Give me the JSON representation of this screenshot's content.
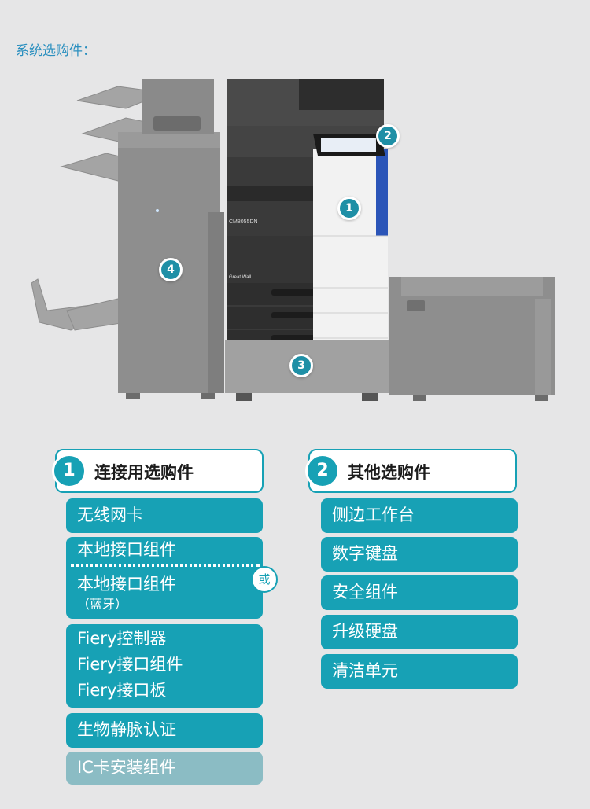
{
  "page_title": "系统选购件：",
  "printer": {
    "model_label": "CM8055DN",
    "brand_label": "Great Wall",
    "callouts": [
      "1",
      "2",
      "3",
      "4"
    ]
  },
  "columns": [
    {
      "number": "1",
      "title": "连接用选购件",
      "items": [
        {
          "lines": [
            "无线网卡"
          ]
        },
        {
          "lines": [
            "本地接口组件"
          ]
        },
        {
          "lines": [
            "本地接口组件"
          ],
          "sub": "（蓝牙）"
        },
        {
          "lines": [
            "Fiery控制器",
            "Fiery接口组件",
            "Fiery接口板"
          ]
        },
        {
          "lines": [
            "生物静脉认证"
          ]
        },
        {
          "lines": [
            "IC卡安装组件"
          ]
        }
      ],
      "alternative_mark": "或"
    },
    {
      "number": "2",
      "title": "其他选购件",
      "items": [
        {
          "lines": [
            "侧边工作台"
          ]
        },
        {
          "lines": [
            "数字键盘"
          ]
        },
        {
          "lines": [
            "安全组件"
          ]
        },
        {
          "lines": [
            "升级硬盘"
          ]
        },
        {
          "lines": [
            "清洁单元"
          ]
        }
      ]
    }
  ],
  "colors": {
    "accent": "#17a1b5",
    "accent_muted": "#8bbcc4",
    "title_blue": "#2a8fbf",
    "background": "#e6e6e7"
  }
}
